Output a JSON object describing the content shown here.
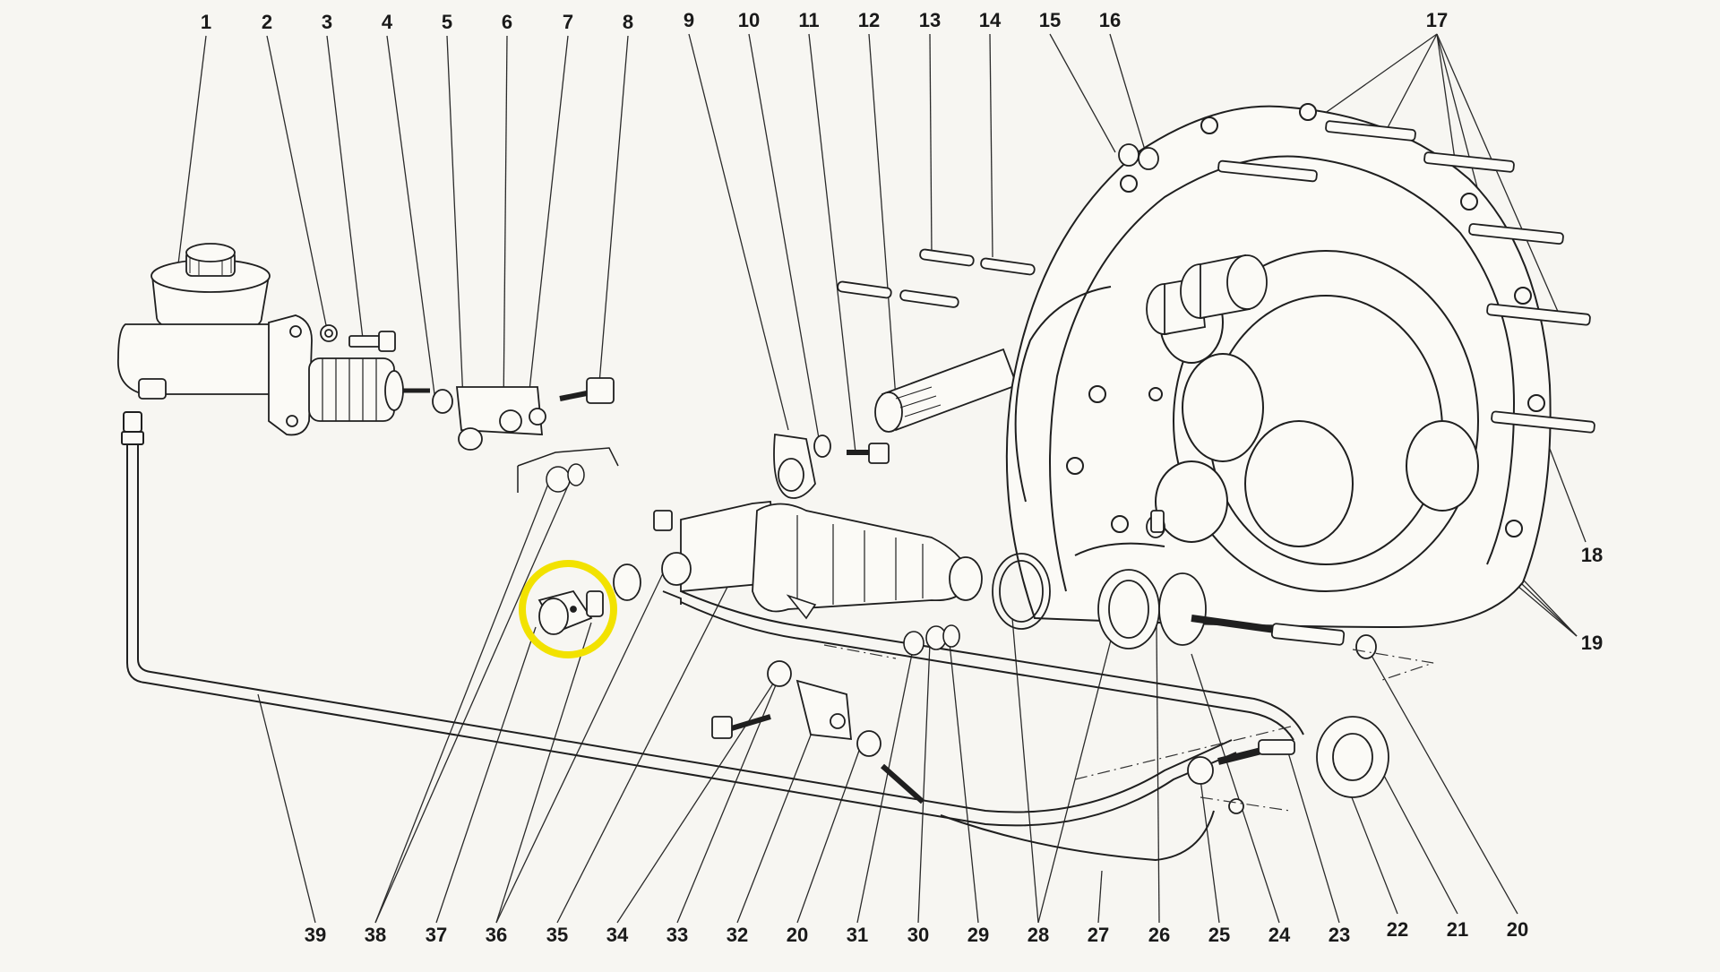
{
  "diagram": {
    "callouts_top": [
      "1",
      "2",
      "3",
      "4",
      "5",
      "6",
      "7",
      "8",
      "9",
      "10",
      "11",
      "12",
      "13",
      "14",
      "15",
      "16",
      "17"
    ],
    "callouts_right": [
      "18",
      "19"
    ],
    "callouts_bottom": [
      "39",
      "38",
      "37",
      "36",
      "35",
      "34",
      "33",
      "32",
      "20",
      "31",
      "30",
      "29",
      "28",
      "27",
      "26",
      "25",
      "24",
      "23",
      "22",
      "21",
      "20"
    ],
    "highlighted_part": "36",
    "colors": {
      "background": "#f7f6f2",
      "line": "#1f1f1f",
      "highlight": "#f2e200"
    }
  }
}
